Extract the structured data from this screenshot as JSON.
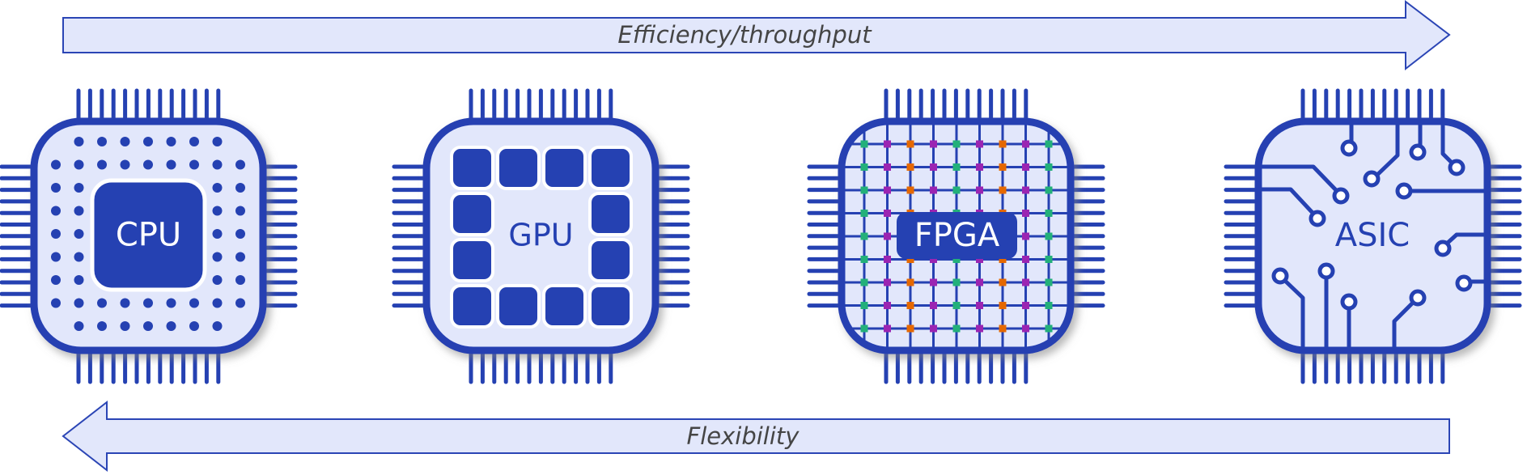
{
  "colors": {
    "primary_blue": "#2541B2",
    "chip_fill": "#E2E7FB",
    "arrow_fill": "#E2E7FB",
    "arrow_stroke": "#2B45B5",
    "label_gray": "#454545",
    "white": "#FFFFFF",
    "fpga_green": "#23B07A",
    "fpga_purple": "#9B25B2",
    "fpga_orange": "#E56800",
    "shadow": "#9A9A9A"
  },
  "arrows": {
    "top": {
      "label": "Efficiency/throughput",
      "direction": "right"
    },
    "bottom": {
      "label": "Flexibility",
      "direction": "left"
    }
  },
  "chips": [
    {
      "id": "cpu",
      "label": "CPU",
      "style": "dots-with-core"
    },
    {
      "id": "gpu",
      "label": "GPU",
      "style": "block-ring"
    },
    {
      "id": "fpga",
      "label": "FPGA",
      "style": "routing-grid",
      "node_color_pattern": [
        "green",
        "purple",
        "orange",
        "purple",
        "green",
        "purple",
        "orange",
        "purple",
        "green"
      ]
    },
    {
      "id": "asic",
      "label": "ASIC",
      "style": "circuit-traces"
    }
  ]
}
